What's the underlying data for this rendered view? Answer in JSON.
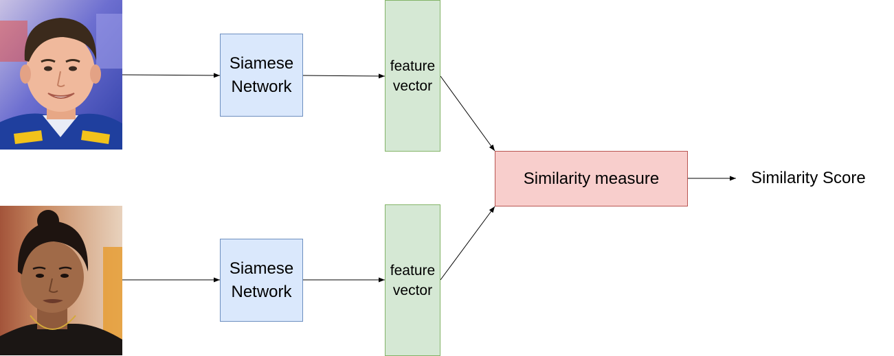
{
  "photos": {
    "top": {
      "icon": "face-photo-man-racing-suit"
    },
    "bottom": {
      "icon": "face-photo-woman"
    }
  },
  "siamese_top": {
    "line1": "Siamese",
    "line2": "Network"
  },
  "siamese_bottom": {
    "line1": "Siamese",
    "line2": "Network"
  },
  "feature_top": {
    "line1": "feature",
    "line2": "vector"
  },
  "feature_bottom": {
    "line1": "feature",
    "line2": "vector"
  },
  "similarity": {
    "label": "Similarity measure"
  },
  "output": {
    "label": "Similarity Score"
  },
  "colors": {
    "siamese_fill": "#dae8fc",
    "siamese_border": "#6c8ebf",
    "feature_fill": "#d5e8d4",
    "feature_border": "#82b366",
    "similarity_fill": "#f8cecc",
    "similarity_border": "#b85450"
  }
}
